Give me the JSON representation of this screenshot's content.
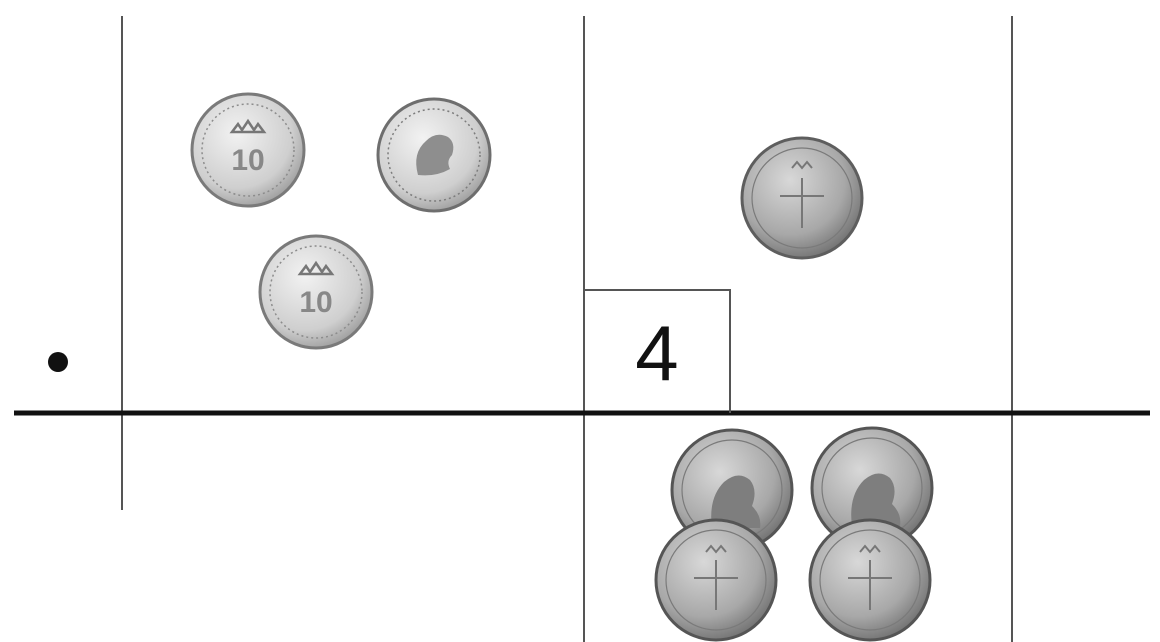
{
  "board": {
    "number_box_value": "4",
    "bullet": "•"
  },
  "coins": {
    "upper_left_small": [
      {
        "type": "10-ore",
        "side": "crown-monogram",
        "icon": "coin-crown-icon"
      },
      {
        "type": "10-ore",
        "side": "profile",
        "icon": "coin-profile-icon"
      },
      {
        "type": "10-ore",
        "side": "crown-monogram",
        "icon": "coin-crown-icon"
      }
    ],
    "upper_right_large": [
      {
        "type": "1-krona",
        "side": "sverige-crown",
        "icon": "coin-sverige-icon"
      }
    ],
    "lower_right_large": [
      {
        "type": "1-krona",
        "side": "portrait",
        "icon": "coin-portrait-icon"
      },
      {
        "type": "1-krona",
        "side": "portrait",
        "icon": "coin-portrait-icon"
      },
      {
        "type": "1-krona",
        "side": "sverige-crown",
        "icon": "coin-sverige-icon"
      },
      {
        "type": "1-krona",
        "side": "sverige-crown",
        "icon": "coin-sverige-icon"
      }
    ]
  },
  "colors": {
    "line": "#111111",
    "thin_line": "#555555",
    "coin_rim": "#8a8a8a",
    "coin_face": "#c9c9c9",
    "coin_face_dark": "#9e9e9e"
  }
}
